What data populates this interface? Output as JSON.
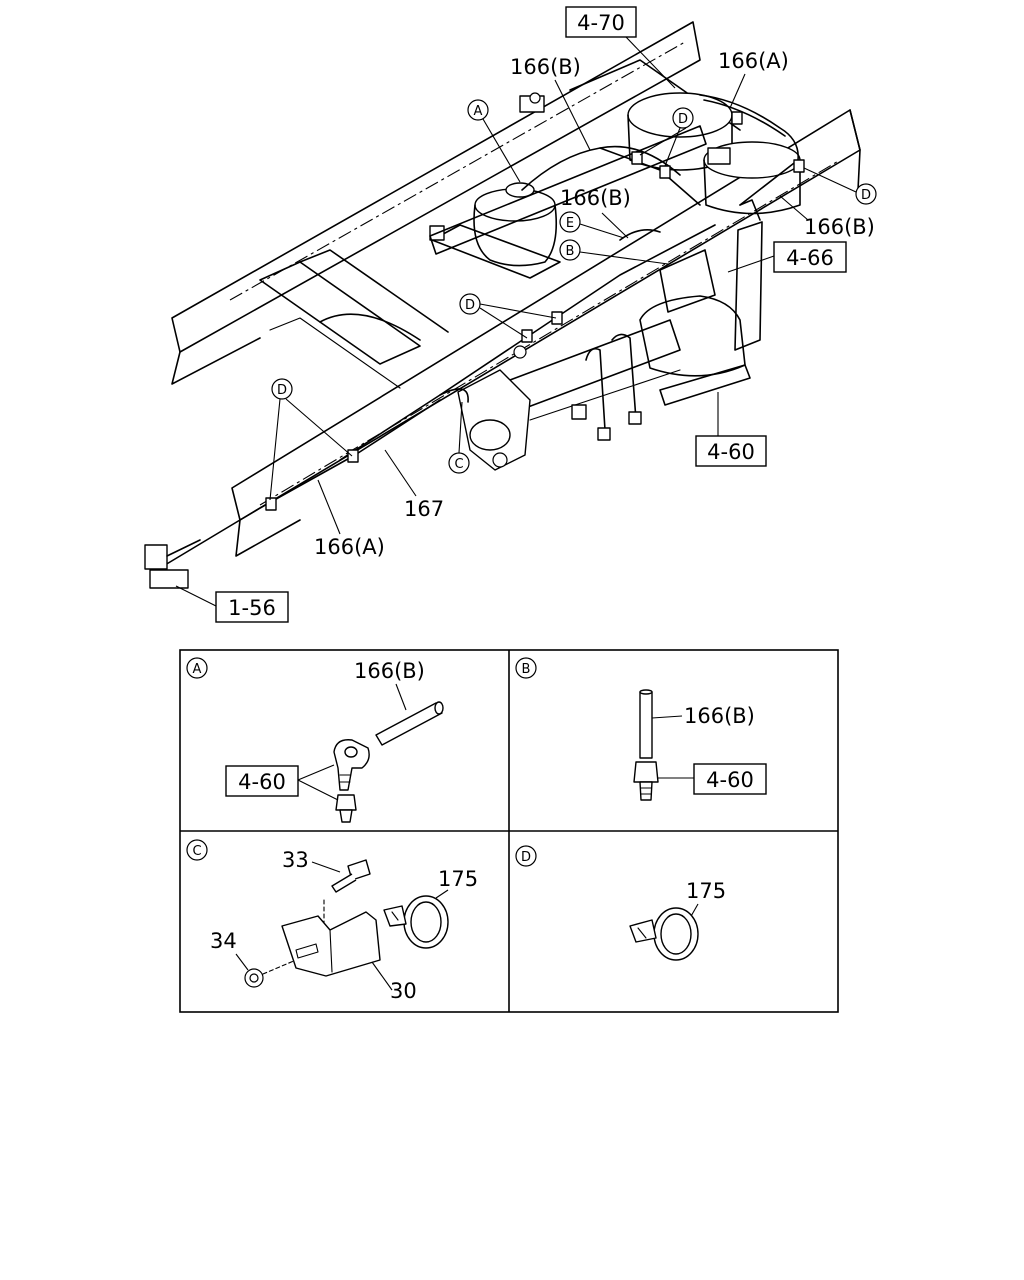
{
  "main_diagram": {
    "ref_boxes": {
      "r470": "4-70",
      "r466": "4-66",
      "r460": "4-60",
      "r156": "1-56"
    },
    "labels": {
      "p166b_top": "166(B)",
      "p166a_top": "166(A)",
      "p166b_mid": "166(B)",
      "p166b_right": "166(B)",
      "p167": "167",
      "p166a_bottom": "166(A)"
    },
    "callouts": {
      "a": "A",
      "b": "B",
      "c": "C",
      "d1": "D",
      "d2": "D",
      "d3": "D",
      "d4": "D",
      "e": "E"
    }
  },
  "detail_panels": {
    "a": {
      "callout": "A",
      "part_label": "166(B)",
      "ref_box": "4-60"
    },
    "b": {
      "callout": "B",
      "part_label": "166(B)",
      "ref_box": "4-60"
    },
    "c": {
      "callout": "C",
      "bolt": "33",
      "nut": "34",
      "bracket": "30",
      "clamp": "175"
    },
    "d": {
      "callout": "D",
      "clamp": "175"
    }
  }
}
